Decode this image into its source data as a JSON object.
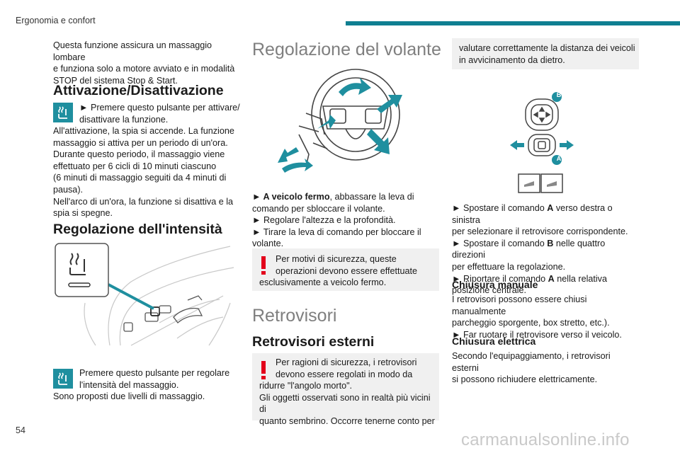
{
  "header": {
    "title": "Ergonomia e confort",
    "accent_color": "#0f7f91"
  },
  "page_number": "54",
  "watermark": "carmanualsonline.info",
  "col1": {
    "intro": [
      "Questa funzione assicura un massaggio lombare",
      "e funziona solo a motore avviato e in modalità",
      "STOP del sistema Stop & Start."
    ],
    "activation_title": "Attivazione/Disattivazione",
    "activation_icon": "seat-massage-icon",
    "activation_lines_indented": [
      "► Premere questo pulsante per attivare/",
      "disattivare la funzione."
    ],
    "activation_lines": [
      "All'attivazione, la spia si accende. La funzione",
      "massaggio si attiva per un periodo di un'ora.",
      "Durante questo periodo, il massaggio viene",
      "effettuato per 6 cicli di 10 minuti ciascuno",
      "(6 minuti di massaggio seguiti da 4 minuti di",
      "pausa).",
      "Nell'arco di un'ora, la funzione si disattiva e la",
      "spia si spegne."
    ],
    "intensity_title": "Regolazione dell'intensità",
    "intensity_lines_indented": [
      "Premere questo pulsante per regolare",
      "l'intensità del massaggio."
    ],
    "intensity_lines": [
      "Sono proposti due livelli di massaggio."
    ]
  },
  "col2": {
    "steering_title": "Regolazione del volante",
    "steering_lines": [
      {
        "bold": "► A veicolo fermo",
        "rest": ", abbassare la leva di"
      },
      {
        "bold": "",
        "rest": "comando per sbloccare il volante."
      },
      {
        "bold": "",
        "rest": "► Regolare l'altezza e la profondità."
      },
      {
        "bold": "",
        "rest": "► Tirare la leva di comando per bloccare il"
      },
      {
        "bold": "",
        "rest": "volante."
      }
    ],
    "warning1": [
      "Per motivi di sicurezza, queste",
      "operazioni devono essere effettuate",
      "esclusivamente a veicolo fermo."
    ],
    "mirrors_title": "Retrovisori",
    "ext_mirrors_title": "Retrovisori esterni",
    "warning2": [
      "Per ragioni di sicurezza, i retrovisori",
      "devono essere regolati in modo da",
      "ridurre \"l'angolo morto\".",
      "Gli oggetti osservati sono in realtà più vicini di",
      "quanto sembrino. Occorre tenerne conto per"
    ]
  },
  "col3": {
    "warning_cont": [
      "valutare correttamente la distanza dei veicoli",
      "in avvicinamento da dietro."
    ],
    "label_a": "A",
    "label_b": "B",
    "instructions": [
      {
        "pre": "► Spostare il comando ",
        "b": "A",
        "post": " verso destra o sinistra"
      },
      {
        "pre": "per selezionare il retrovisore corrispondente.",
        "b": "",
        "post": ""
      },
      {
        "pre": "► Spostare il comando ",
        "b": "B",
        "post": " nelle quattro direzioni"
      },
      {
        "pre": "per effettuare la regolazione.",
        "b": "",
        "post": ""
      },
      {
        "pre": "► Riportare il comando ",
        "b": "A",
        "post": " nella relativa"
      },
      {
        "pre": "posizione centrale.",
        "b": "",
        "post": ""
      }
    ],
    "manual_title": "Chiusura manuale",
    "manual_lines": [
      "I retrovisori possono essere chiusi manualmente",
      "parcheggio sporgente, box stretto, etc.).",
      "► Far ruotare il retrovisore verso il veicolo."
    ],
    "electric_title": "Chiusura elettrica",
    "electric_lines": [
      "Secondo l'equipaggiamento, i retrovisori esterni",
      "si possono richiudere elettricamente."
    ]
  },
  "colors": {
    "teal": "#1f8f9f",
    "warning_red": "#e3001b",
    "box_gray": "#f0f0f0"
  }
}
